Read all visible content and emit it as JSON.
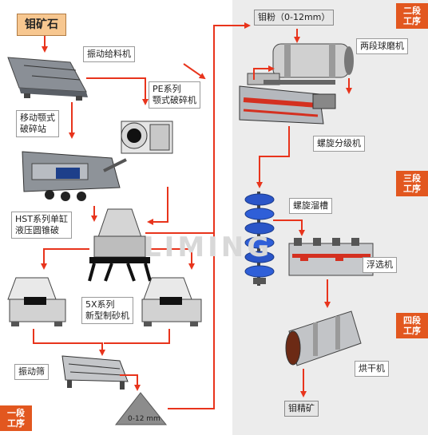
{
  "title": "钼矿石",
  "stages": {
    "one": "一段\n工序",
    "two": "二段\n工序",
    "three": "三段\n工序",
    "four": "四段\n工序"
  },
  "labels": {
    "feeder": "振动给料机",
    "jaw": "PE系列\n颚式破碎机",
    "mobile": "移动颚式\n破碎站",
    "cone": "HST系列单缸\n液压圆锥破",
    "sand": "5X系列\n新型制砂机",
    "screen": "振动筛",
    "pile": "0-12 mm",
    "powder": "钼粉（0-12mm）",
    "ballmill": "两段球磨机",
    "classifier": "螺旋分级机",
    "chute": "螺旋溜槽",
    "flotation": "浮选机",
    "dryer": "烘干机",
    "concentrate": "钼精矿"
  },
  "watermark": "LIMING",
  "colors": {
    "arrow": "#e8341c",
    "stage_tag": "#e2571f",
    "title_bg": "#f7c790",
    "right_panel": "#ececec",
    "chute_blue": "#2a55c8"
  }
}
